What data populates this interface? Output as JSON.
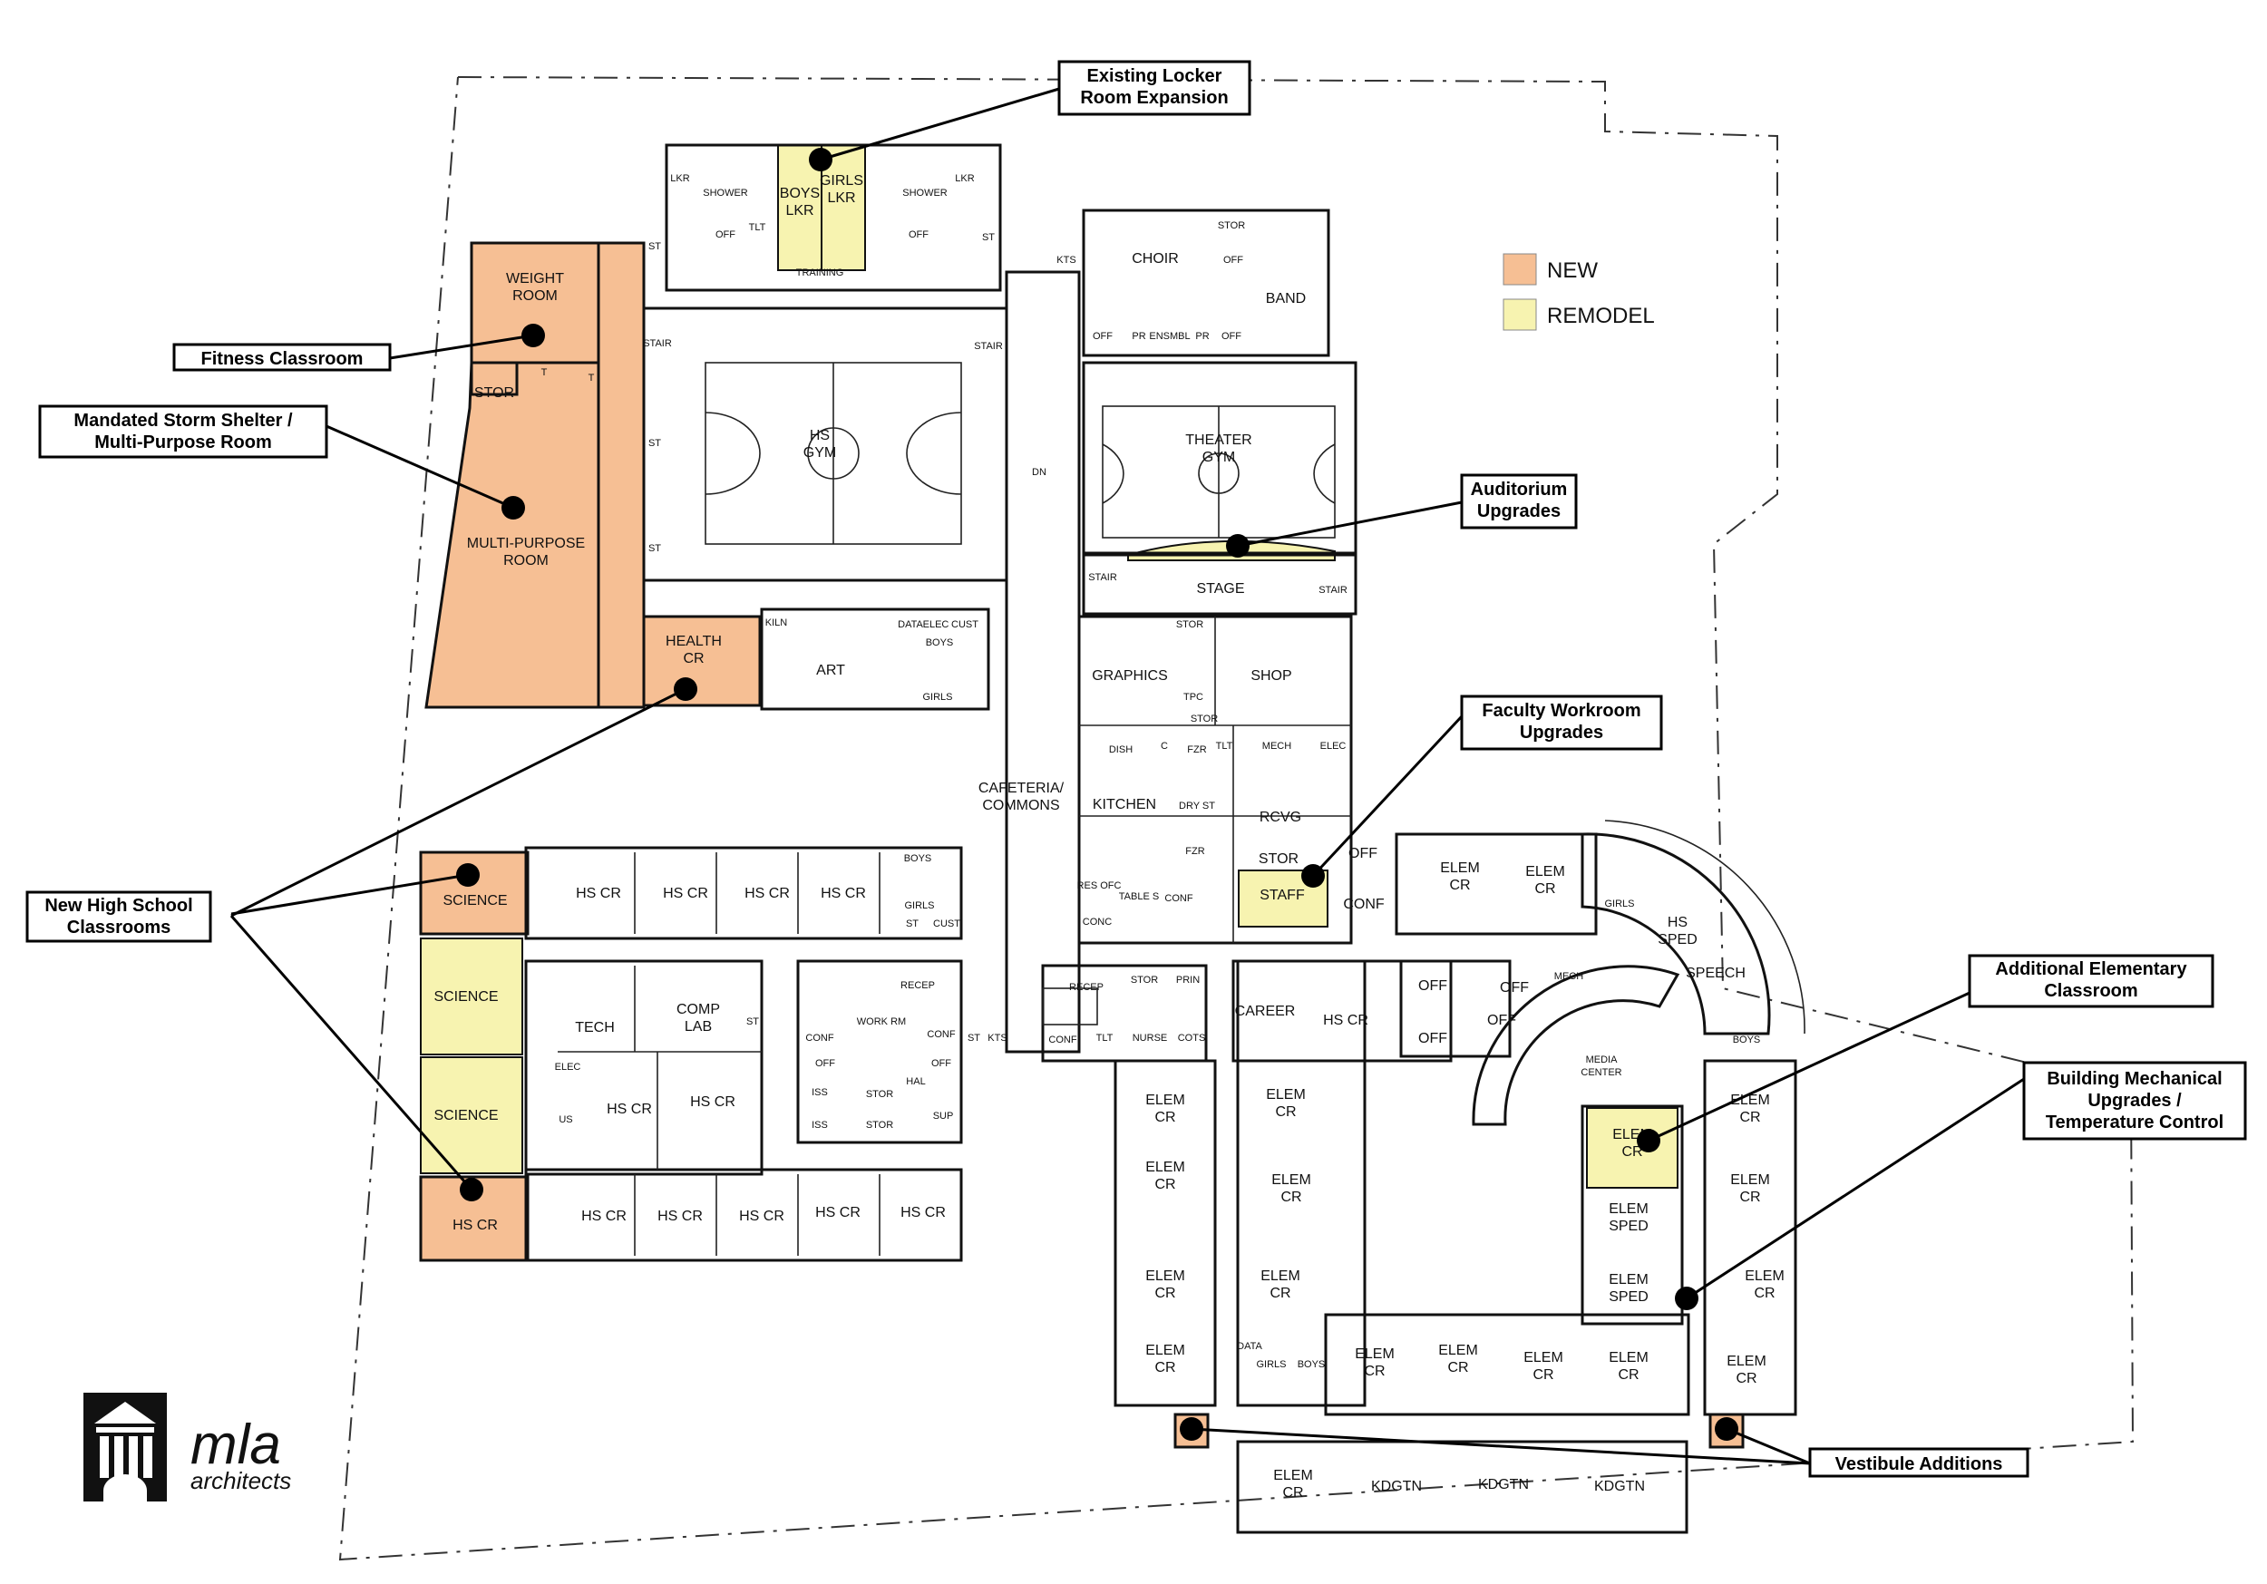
{
  "legend": {
    "new_label": "NEW",
    "remodel_label": "REMODEL",
    "new_color": "#F6BF94",
    "remodel_color": "#F7F3B0"
  },
  "logo": {
    "name": "mla",
    "sub": "architects"
  },
  "callouts": {
    "locker": [
      "Existing Locker",
      "Room Expansion"
    ],
    "fitness": [
      "Fitness Classroom"
    ],
    "storm": [
      "Mandated Storm Shelter /",
      "Multi-Purpose Room"
    ],
    "auditorium": [
      "Auditorium",
      "Upgrades"
    ],
    "faculty": [
      "Faculty Workroom",
      "Upgrades"
    ],
    "hs_classrooms": [
      "New High School",
      "Classrooms"
    ],
    "elem_classroom": [
      "Additional Elementary",
      "Classroom"
    ],
    "mechanical": [
      "Building Mechanical",
      "Upgrades /",
      "Temperature Control"
    ],
    "vestibule": [
      "Vestibule Additions"
    ]
  },
  "rooms": {
    "weight_room": [
      "WEIGHT",
      "ROOM"
    ],
    "stor": "STOR",
    "t": "T",
    "multi_purpose": [
      "MULTI-PURPOSE",
      "ROOM"
    ],
    "health_cr": [
      "HEALTH",
      "CR"
    ],
    "hs_gym": [
      "HS",
      "GYM"
    ],
    "boys_lkr": [
      "BOYS",
      "LKR"
    ],
    "girls_lkr": [
      "GIRLS",
      "LKR"
    ],
    "lkr": "LKR",
    "shower": "SHOWER",
    "off": "OFF",
    "st": "ST",
    "tlt": "TLT",
    "training": "TRAINING",
    "stair": "STAIR",
    "kts": "KTS",
    "choir": "CHOIR",
    "band": "BAND",
    "pr": "PR",
    "ensmbl": "ENSMBL",
    "theater_gym": [
      "THEATER",
      "GYM"
    ],
    "stage": "STAGE",
    "dn": "DN",
    "art": "ART",
    "kiln": "KILN",
    "data": "DATA",
    "elec": "ELEC",
    "cust": "CUST",
    "boys": "BOYS",
    "girls": "GIRLS",
    "graphics": "GRAPHICS",
    "shop": "SHOP",
    "tpc": "TPC",
    "mech": "MECH",
    "dish": "DISH",
    "c": "C",
    "fzr": "FZR",
    "kitchen": "KITCHEN",
    "dry_st": "DRY ST",
    "res_ofc": "RES OFC",
    "table_s": "TABLE S",
    "conf": "CONF",
    "conc": "CONC",
    "rcvg": "RCVG",
    "staff": "STAFF",
    "cafeteria": [
      "CAFETERIA/",
      "COMMONS"
    ],
    "science": "SCIENCE",
    "hs_cr": "HS CR",
    "tech": "TECH",
    "comp_lab": [
      "COMP",
      "LAB"
    ],
    "elec_sm": "ELEC",
    "us": "US",
    "recep": "RECEP",
    "work_rm": "WORK RM",
    "iss": "ISS",
    "sup": "SUP",
    "hal": "HAL",
    "prin": "PRIN",
    "nurse": "NURSE",
    "cots": "COTS",
    "career": "CAREER",
    "elem_cr": [
      "ELEM",
      "CR"
    ],
    "elem_sped": [
      "ELEM",
      "SPED"
    ],
    "hs_sped": [
      "HS",
      "SPED"
    ],
    "speech": "SPEECH",
    "media_center": [
      "MEDIA",
      "CENTER"
    ],
    "kdgtn": "KDGTN"
  }
}
